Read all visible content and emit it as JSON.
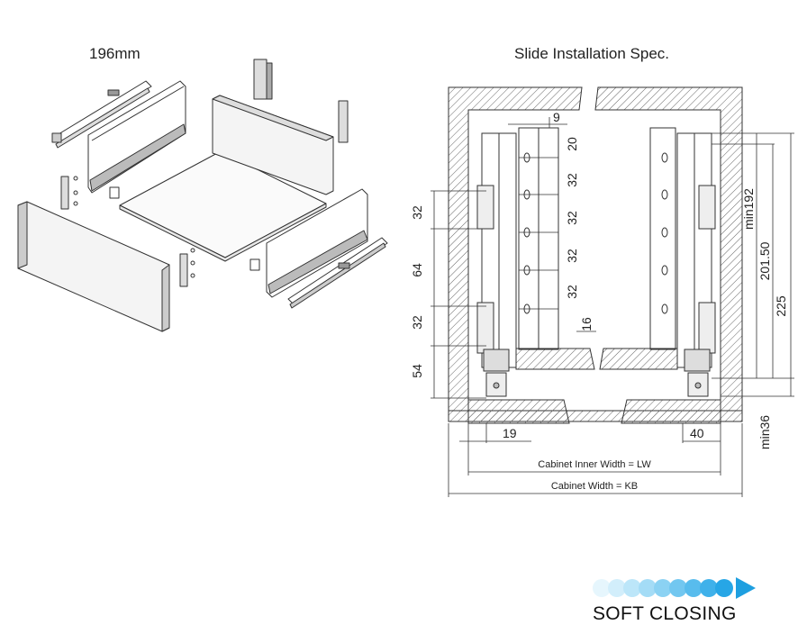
{
  "titles": {
    "left": "196mm",
    "right": "Slide Installation Spec."
  },
  "dims": {
    "top_9": "9",
    "hole_20": "20",
    "hole_32a": "32",
    "hole_32b": "32",
    "hole_32c": "32",
    "hole_32d": "32",
    "left_32a": "32",
    "left_64": "64",
    "left_32b": "32",
    "left_54": "54",
    "right_16": "16",
    "min192": "min192",
    "h201": "201.50",
    "h225": "225",
    "min36": "min36",
    "w19": "19",
    "w40": "40",
    "lw": "Cabinet Inner Width = LW",
    "kb": "Cabinet Width = KB"
  },
  "badge": {
    "label": "SOFT CLOSING",
    "colors": [
      "#e6f6fd",
      "#d2eefb",
      "#bce6f9",
      "#a4dcf6",
      "#8bd2f3",
      "#72c7f0",
      "#58bced",
      "#3fb1ea",
      "#27a6e6"
    ]
  },
  "colors": {
    "line": "#333333",
    "hatch": "#666666",
    "arrow": "#1e9fe0"
  }
}
